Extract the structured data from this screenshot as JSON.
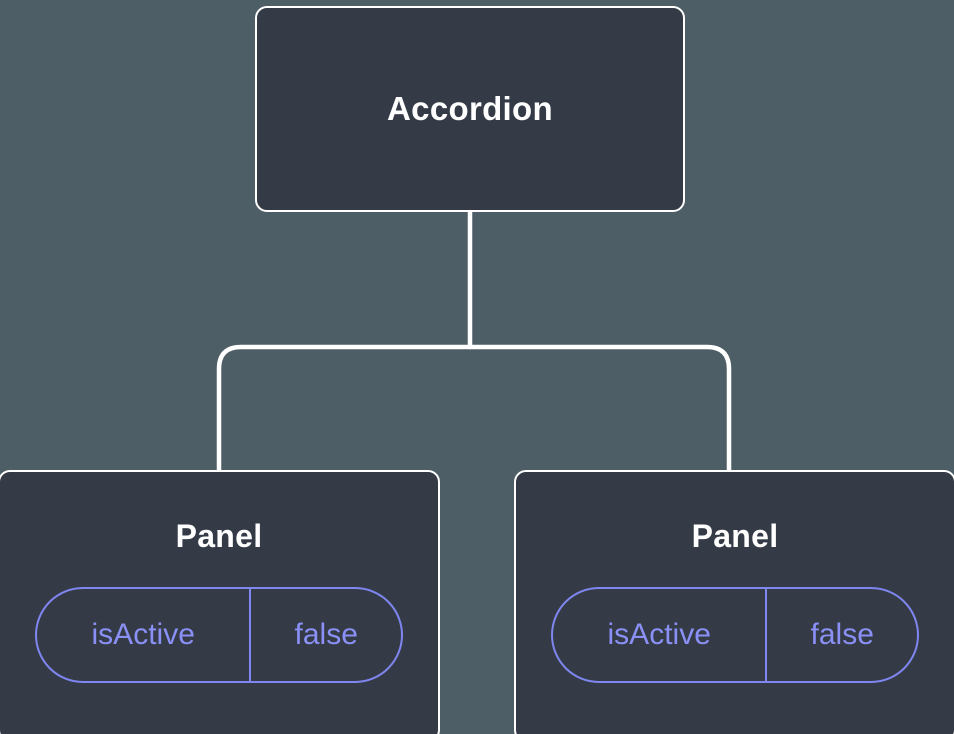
{
  "diagram": {
    "background_color": "#4d5e66",
    "node_background_color": "#343b47",
    "node_border_color": "#ffffff",
    "connector_color": "#ffffff",
    "accent_color": "#8a90f5",
    "root": {
      "label": "Accordion"
    },
    "children": [
      {
        "label": "Panel",
        "state": {
          "key": "isActive",
          "value": "false"
        }
      },
      {
        "label": "Panel",
        "state": {
          "key": "isActive",
          "value": "false"
        }
      }
    ]
  }
}
